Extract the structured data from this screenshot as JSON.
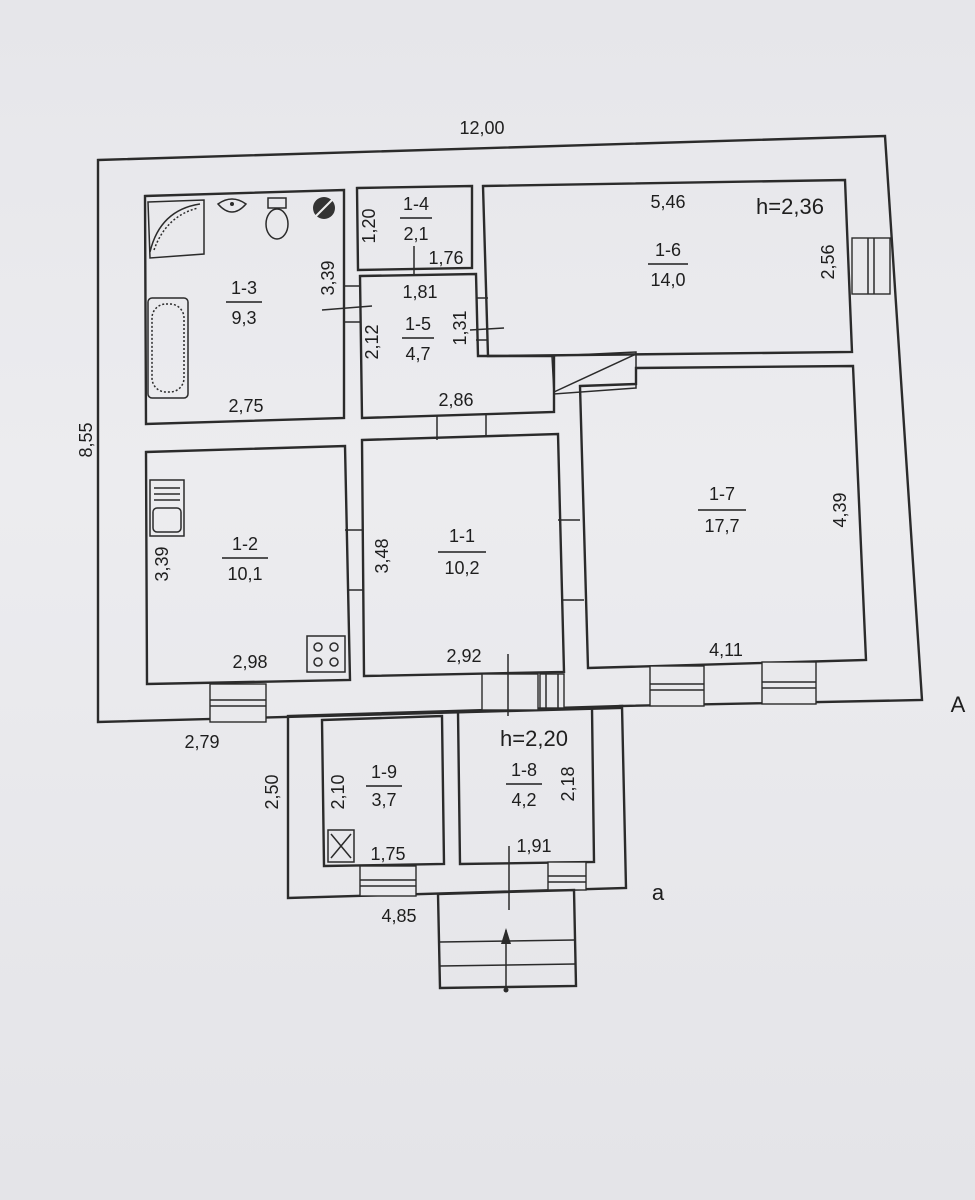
{
  "plan": {
    "overall_width": "12,00",
    "overall_height": "8,55",
    "facade_letter": "A",
    "annex_letter": "a",
    "annex_left_width": "2,79",
    "annex_height": "2,50",
    "annex_width": "4,85",
    "ceiling_main": "h=2,36",
    "ceiling_annex": "h=2,20",
    "rooms": [
      {
        "id": "1-3",
        "area": "9,3",
        "width": "2,75",
        "height": "3,39"
      },
      {
        "id": "1-4",
        "area": "2,1",
        "width": "1,76",
        "height": "1,20"
      },
      {
        "id": "1-5",
        "area": "4,7",
        "width": "1,81",
        "height": "2,12",
        "extra": "1,31",
        "bottom": "2,86"
      },
      {
        "id": "1-6",
        "area": "14,0",
        "width": "5,46",
        "height": "2,56"
      },
      {
        "id": "1-2",
        "area": "10,1",
        "width": "2,98",
        "height": "3,39"
      },
      {
        "id": "1-1",
        "area": "10,2",
        "width": "2,92",
        "height": "3,48"
      },
      {
        "id": "1-7",
        "area": "17,7",
        "width": "4,11",
        "height": "4,39"
      },
      {
        "id": "1-9",
        "area": "3,7",
        "width": "1,75",
        "height": "2,10"
      },
      {
        "id": "1-8",
        "area": "4,2",
        "width": "1,91",
        "height": "2,18"
      }
    ]
  }
}
